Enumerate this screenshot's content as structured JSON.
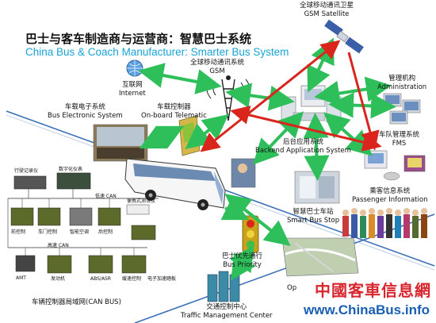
{
  "title": {
    "zh": "巴士与客车制造商与运营商：智慧巴士系统",
    "en": "China Bus & Coach Manufacturer: Smarter Bus System"
  },
  "labels": {
    "gsm_satellite": {
      "zh": "全球移动通讯卫星",
      "en": "GSM Satellite"
    },
    "gsm": {
      "zh": "全球移动通讯系统",
      "en": "GSM"
    },
    "internet": {
      "zh": "互联网",
      "en": "Internet"
    },
    "administration": {
      "zh": "管理机构",
      "en": "Administration"
    },
    "bus_electronic_system": {
      "zh": "车载电子系统",
      "en": "Bus Electronic System"
    },
    "onboard_telematic": {
      "zh": "车载控制器",
      "en": "On-board Telematic"
    },
    "backend": {
      "zh": "后台应用系统",
      "en": "Backend Application System"
    },
    "fms": {
      "zh": "车队管理系统",
      "en": "FMS"
    },
    "passenger_info": {
      "zh": "乘客信息系统",
      "en": "Passenger Information"
    },
    "smart_bus_stop": {
      "zh": "智慧巴士车站",
      "en": "Smart Bus Stop"
    },
    "bus_priority": {
      "zh": "巴士优先通行",
      "en": "Bus Priority"
    },
    "can_bus": "车辆控制器局域网(CAN BUS)",
    "traffic_center": {
      "zh": "交通控制中心",
      "en": "Traffic Management Center"
    },
    "operation_partial": "Op"
  },
  "can_diagram": {
    "top_labels": [
      "行驶记录仪",
      "数字化仪表"
    ],
    "mid_labels": [
      "前控制",
      "车门控制",
      "智能空调",
      "后控制"
    ],
    "bus_labels": [
      "低速 CAN",
      "高速 CAN"
    ],
    "right_labels": [
      "便携式测试仪"
    ],
    "bottom_labels": [
      "AMT",
      "发动机",
      "ABS/ASR",
      "缓速控制",
      "电子加速踏板"
    ]
  },
  "watermark": {
    "zh": "中國客車信息網",
    "url": "www.ChinaBus.info"
  },
  "colors": {
    "title_en": "#19a3d6",
    "arrow_green": "#2fbf5a",
    "arrow_red": "#d9251c",
    "road_line": "#3b6fb8",
    "watermark_red": "#d8262e",
    "watermark_blue": "#1a5fb4"
  }
}
